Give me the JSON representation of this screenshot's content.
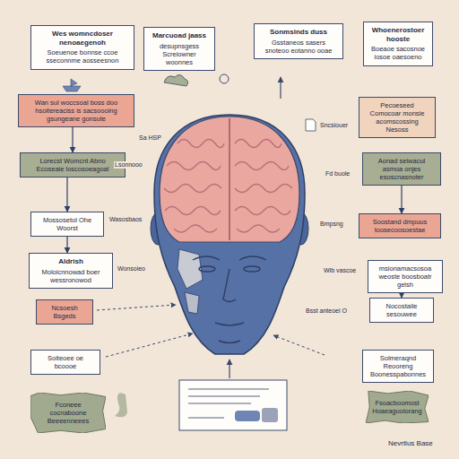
{
  "diagram": {
    "nodes": [
      {
        "text": [
          "Wes womncdoser nenoaegenoh",
          "Soeuenoe bonnse ccoe sseconnme aosseesnon"
        ]
      },
      {
        "text": [
          "Marcuoad jaass",
          "desupnsgess Screiowner woonnes"
        ]
      },
      {
        "text": [
          "Sonmsinds duss",
          "Gsstaneos sasers snoteoo eotanno ooae"
        ]
      },
      {
        "text": [
          "Whoenerostoer hooste",
          "Boeaoe sacosnoe iosoe oaesoeno"
        ]
      },
      {
        "text": [
          "Wan sul woccsoal boss doo hsoitereaciss is sacsoooing gsungeane gonsute"
        ]
      },
      {
        "text": [
          "Lorecst Womcnt Abno Ecoseaie loscosoeagoal"
        ]
      },
      {
        "text": [
          "Mossosetol Ohe Woorst"
        ]
      },
      {
        "text": [
          "Aldrish",
          "Moloicnnowad boer wessronowod"
        ]
      },
      {
        "text": [
          "Ncsoesh Bsgeds"
        ]
      },
      {
        "text": [
          "Soiteoee oe bcoooe"
        ]
      },
      {
        "text": [
          "Pecoeseed Comocoar monsie acomscossing Nesoss"
        ]
      },
      {
        "text": [
          "Aonad seiwacul asmoa onjes esoscnasnoter"
        ]
      },
      {
        "text": [
          "Soostand dmpuus toosecoosoestae"
        ]
      },
      {
        "text": [
          "msionamacsosoa weoste boosboatr gelsh"
        ]
      },
      {
        "text": [
          "Nocostaile sesouwee"
        ]
      },
      {
        "text": [
          "Solmeraqnd Reooreng Boonesspabonnes"
        ]
      },
      {
        "text": [
          "Fconeee cocnaboone Beeeenneees"
        ]
      },
      {
        "text": [
          "Fsoacboomost Hoaeaguoiorang"
        ]
      }
    ],
    "edges": [
      {
        "from": 4,
        "to": 5,
        "arrow": "to"
      },
      {
        "from": 5,
        "to": 6,
        "arrow": "to"
      },
      {
        "from": 6,
        "to": 7,
        "arrow": "to"
      },
      {
        "from": 11,
        "to": 12,
        "arrow": "to"
      },
      {
        "from": 13,
        "to": 14,
        "arrow": "to"
      }
    ],
    "labels": [
      "Sa HSP",
      "Sncsiouer",
      "Lsonnooo",
      "Wasosbaos",
      "Wonsoieo",
      "Fd buole",
      "Bmpsng",
      "Wlb vascoe",
      "Bsst anteoel O",
      "Nevrtlus Base"
    ]
  }
}
